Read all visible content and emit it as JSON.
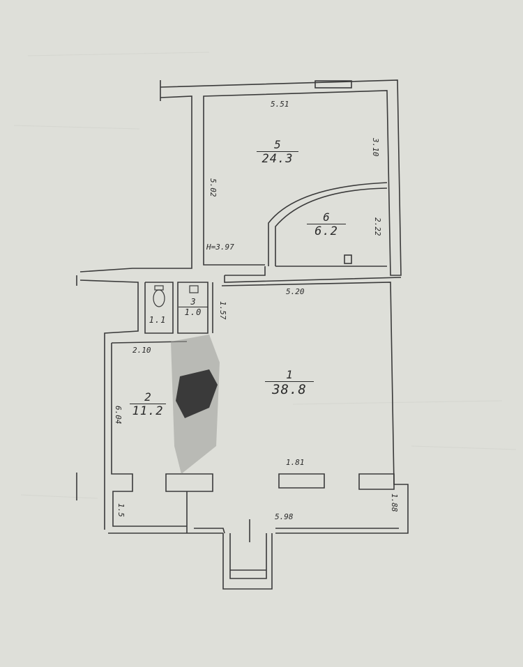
{
  "plan": {
    "rooms": [
      {
        "id": "room-5",
        "number": "5",
        "area": "24.3"
      },
      {
        "id": "room-6",
        "number": "6",
        "area": "6.2"
      },
      {
        "id": "room-1",
        "number": "1",
        "area": "38.8"
      },
      {
        "id": "room-2",
        "number": "2",
        "area": "11.2"
      },
      {
        "id": "room-wc-left",
        "number": "",
        "area": "1.1"
      },
      {
        "id": "room-3",
        "number": "3",
        "area": "1.0"
      }
    ],
    "dimensions": {
      "top_wall": "5.51",
      "room5_right": "3.10",
      "room5_left": "5.02",
      "room6_right": "2.22",
      "room6_bottom": "H=3.97",
      "room1_top": "5.20",
      "room3_side": "1.57",
      "room2_top": "2.10",
      "room2_left": "6.04",
      "room1_inner": "1.81",
      "bottom_wall": "5.98",
      "right_bottom": "1.88",
      "left_bottom": "1.5"
    }
  }
}
